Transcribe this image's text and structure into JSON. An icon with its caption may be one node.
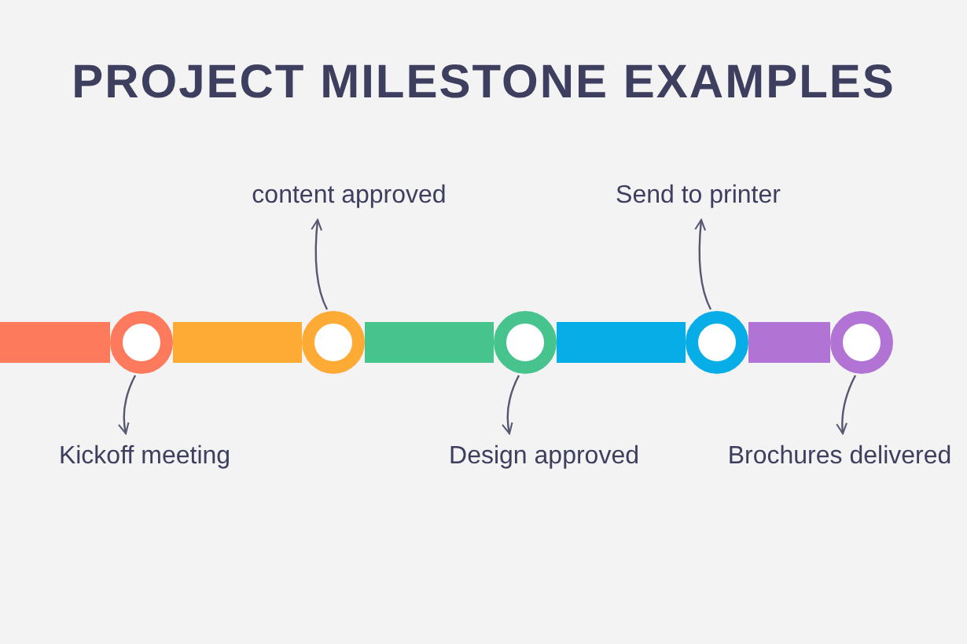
{
  "diagram": {
    "title": "PROJECT MILESTONE EXAMPLES",
    "nodes": [
      {
        "text": [
          "content approved"
        ]
      },
      {
        "text": [
          "Send to printer"
        ]
      },
      {
        "text": [],
        "shape": "circle"
      },
      {
        "text": [],
        "shape": "circle"
      },
      {
        "text": [],
        "shape": "circle"
      },
      {
        "text": [],
        "shape": "circle"
      },
      {
        "text": [],
        "shape": "circle"
      },
      {
        "text": [
          "Kickoff meeting"
        ]
      },
      {
        "text": [
          "Design approved"
        ]
      },
      {
        "text": [
          "Brochures delivered"
        ]
      }
    ],
    "edges": [
      {
        "from": 2,
        "to": 7,
        "arrow": "to"
      },
      {
        "from": 3,
        "to": 0,
        "arrow": "to"
      },
      {
        "from": 4,
        "to": 8,
        "arrow": "to"
      },
      {
        "from": 5,
        "to": 1,
        "arrow": "to"
      },
      {
        "from": 6,
        "to": 9,
        "arrow": "to"
      }
    ]
  }
}
